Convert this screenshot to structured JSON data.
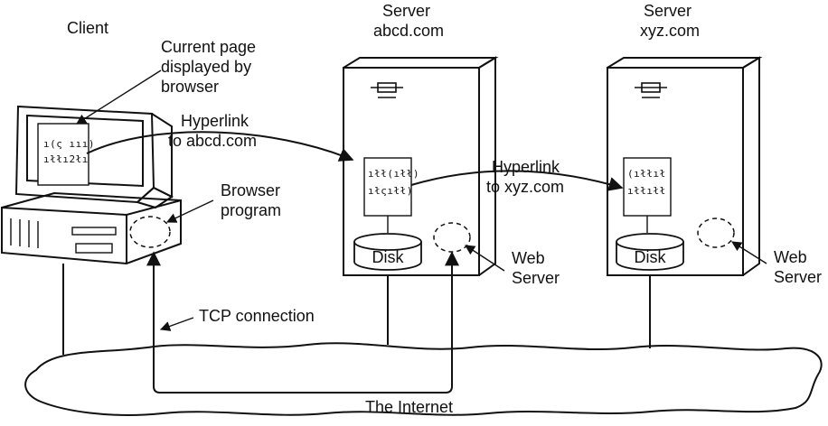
{
  "labels": {
    "client": "Client",
    "current_page": [
      "Current page",
      "displayed by",
      "browser"
    ],
    "hyperlink_abcd": [
      "Hyperlink",
      "to abcd.com"
    ],
    "browser_program": [
      "Browser",
      "program"
    ],
    "server1_title": [
      "Server",
      "abcd.com"
    ],
    "server2_title": [
      "Server",
      "xyz.com"
    ],
    "hyperlink_xyz": [
      "Hyperlink",
      "to xyz.com"
    ],
    "disk1": "Disk",
    "disk2": "Disk",
    "web_server1": [
      "Web",
      "Server"
    ],
    "web_server2": [
      "Web",
      "Server"
    ],
    "tcp_connection": "TCP connection",
    "internet": "The Internet"
  },
  "colors": {
    "ink": "#111111",
    "paper": "#ffffff",
    "panel": "#f2f2f2"
  }
}
